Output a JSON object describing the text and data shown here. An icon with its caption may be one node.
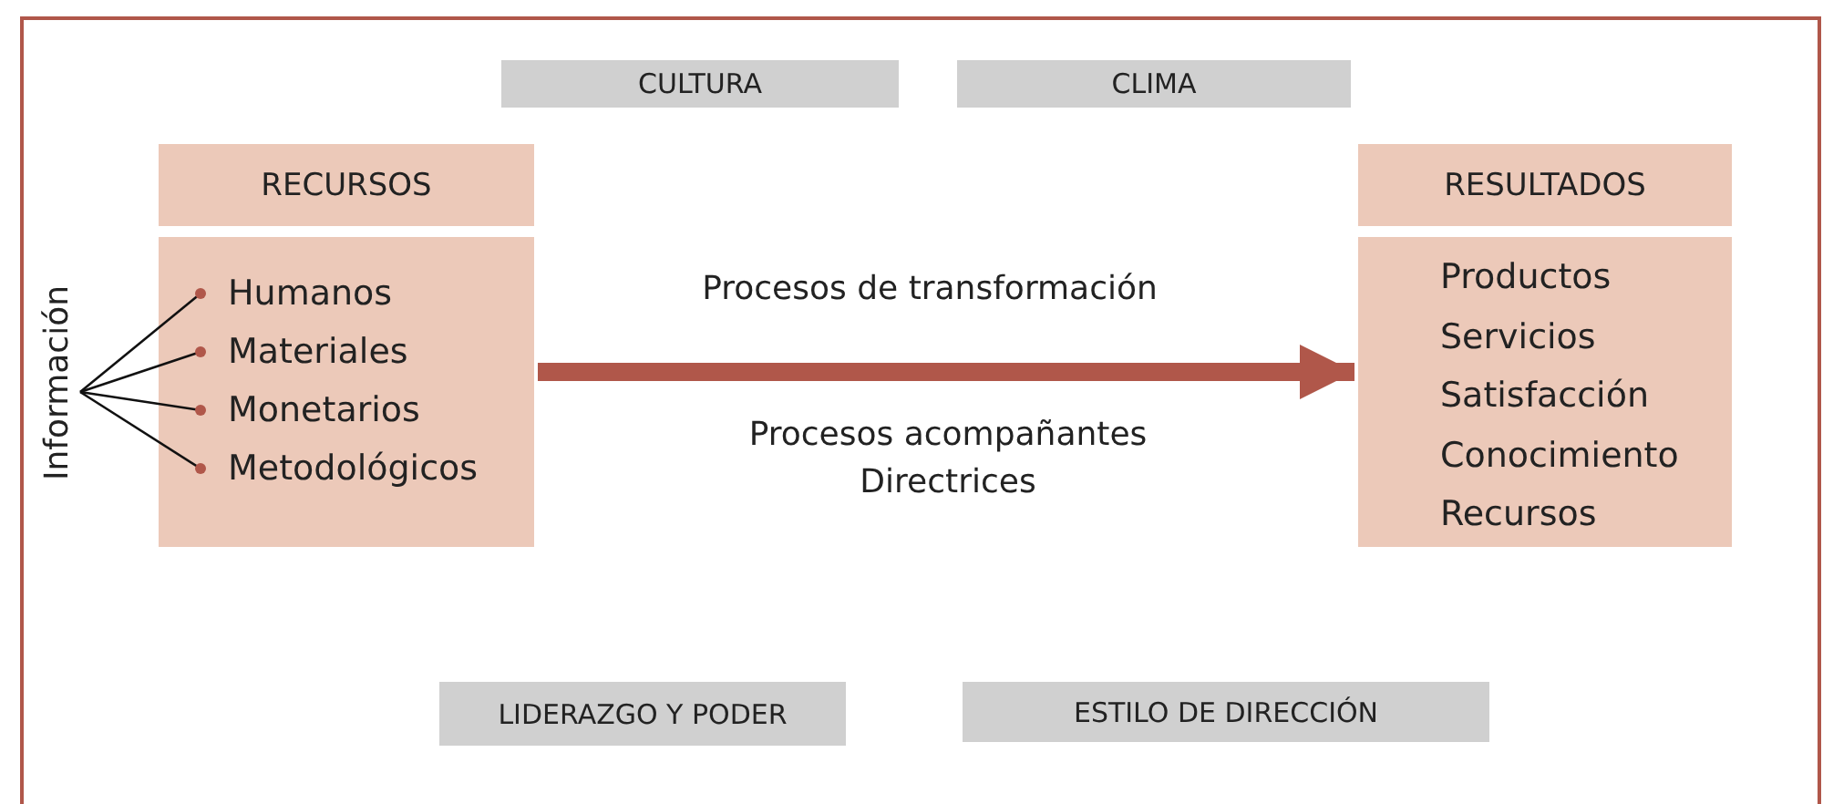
{
  "diagram": {
    "nodes": [
      {
        "text": [
          "CULTURA"
        ]
      },
      {
        "text": [
          "CLIMA"
        ]
      },
      {
        "text": [
          "RECURSOS"
        ]
      },
      {
        "text": [],
        "shape": "box"
      },
      {
        "text": [
          "Humanos"
        ],
        "in": 3
      },
      {
        "text": [
          "Materiales"
        ],
        "in": 3
      },
      {
        "text": [
          "Monetarios"
        ],
        "in": 3
      },
      {
        "text": [
          "Metodológicos"
        ],
        "in": 3
      },
      {
        "text": [
          "Información"
        ]
      },
      {
        "text": [
          "RESULTADOS"
        ]
      },
      {
        "text": [
          "Productos",
          "Servicios",
          "Satisfacción",
          "Conocimiento",
          "Recursos"
        ]
      },
      {
        "text": [
          "LIDERAZGO Y PODER"
        ]
      },
      {
        "text": [
          "ESTILO DE DIRECCIÓN"
        ]
      }
    ],
    "edges": [
      {
        "from": 8,
        "to": 4,
        "arrow": "other"
      },
      {
        "from": 8,
        "to": 5,
        "arrow": "other"
      },
      {
        "from": 8,
        "to": 6,
        "arrow": "other"
      },
      {
        "from": 8,
        "to": 7,
        "arrow": "other"
      },
      {
        "from": 3,
        "to": 10,
        "arrow": "to",
        "style": "thick",
        "color": "#b0574a",
        "label": "Procesos de transformación"
      }
    ],
    "labels": [
      "Procesos acompañantes Directrices"
    ]
  }
}
